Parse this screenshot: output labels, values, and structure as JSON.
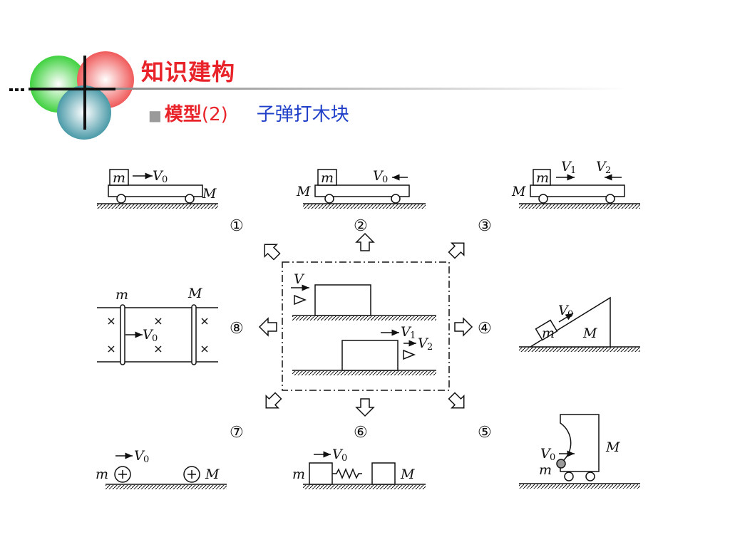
{
  "header": {
    "title": "知识建构",
    "bullet": "■",
    "model_label": "模型",
    "model_number": "(2)",
    "topic": "子弹打木块"
  },
  "symbols": {
    "m": "m",
    "M": "M",
    "V": "V",
    "sub_0": "0",
    "sub_1": "1",
    "sub_2": "2"
  },
  "cases": {
    "c1": "①",
    "c2": "②",
    "c3": "③",
    "c4": "④",
    "c5": "⑤",
    "c6": "⑥",
    "c7": "⑦",
    "c8": "⑧"
  },
  "colors": {
    "title_red": "#e8232a",
    "topic_blue": "#1f3fc9",
    "line": "#111111"
  }
}
